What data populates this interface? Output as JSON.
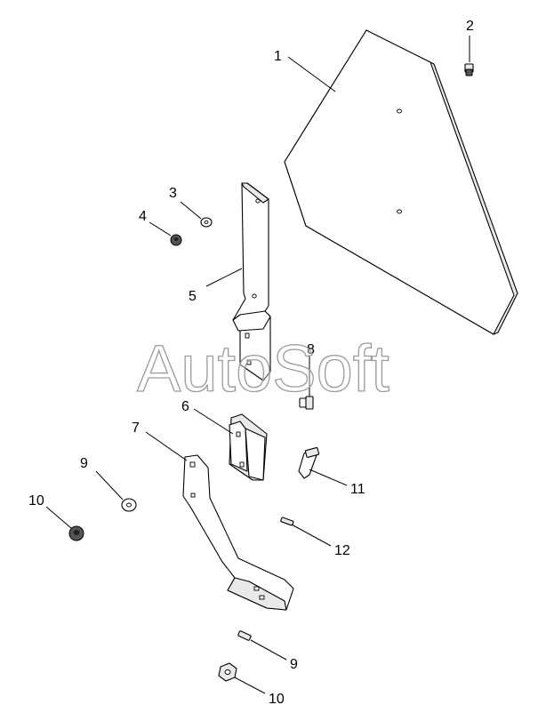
{
  "diagram": {
    "watermark": "AutoSoft",
    "callouts": [
      {
        "id": "c1",
        "text": "1"
      },
      {
        "id": "c2",
        "text": "2"
      },
      {
        "id": "c3",
        "text": "3"
      },
      {
        "id": "c4",
        "text": "4"
      },
      {
        "id": "c5",
        "text": "5"
      },
      {
        "id": "c6",
        "text": "6"
      },
      {
        "id": "c7",
        "text": "7"
      },
      {
        "id": "c8",
        "text": "8"
      },
      {
        "id": "c9a",
        "text": "9"
      },
      {
        "id": "c10a",
        "text": "10"
      },
      {
        "id": "c11",
        "text": "11"
      },
      {
        "id": "c12",
        "text": "12"
      },
      {
        "id": "c9b",
        "text": "9"
      },
      {
        "id": "c10b",
        "text": "10"
      }
    ]
  }
}
